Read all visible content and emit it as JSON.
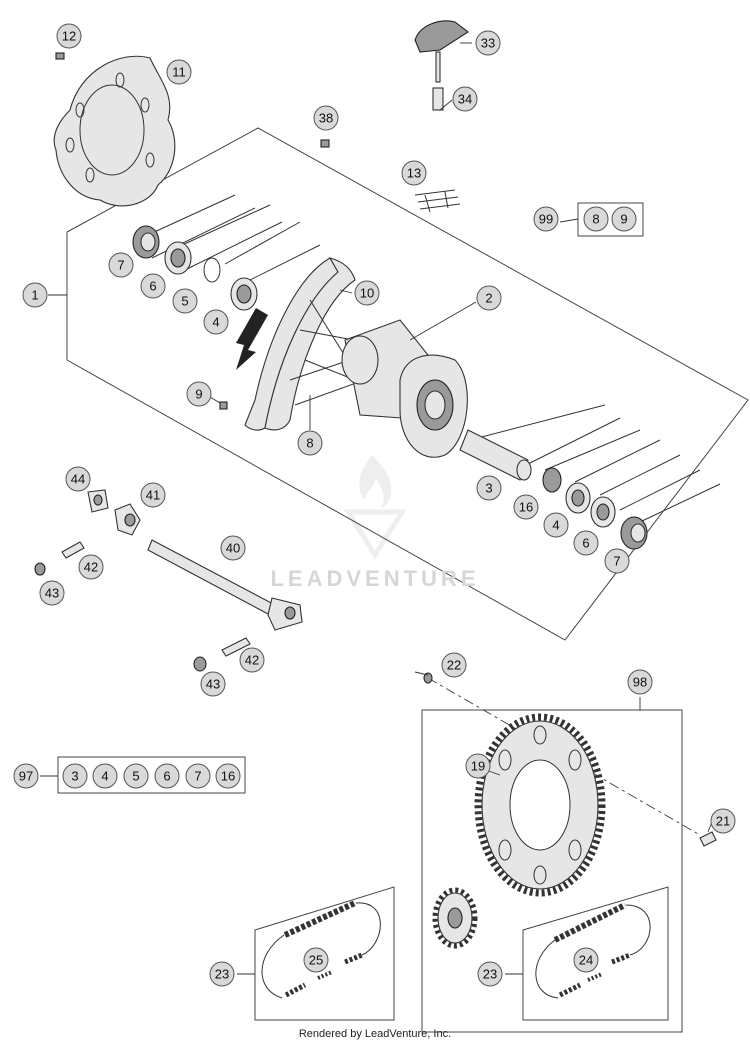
{
  "footer": "Rendered by LeadVenture, Inc.",
  "watermark": "LEADVENTURE",
  "callouts": {
    "c1": "1",
    "c2": "2",
    "c3": "3",
    "c4a": "4",
    "c4b": "4",
    "c5": "5",
    "c6a": "6",
    "c6b": "6",
    "c7a": "7",
    "c7b": "7",
    "c8": "8",
    "c9": "9",
    "c10": "10",
    "c11": "11",
    "c12": "12",
    "c13": "13",
    "c16": "16",
    "c19": "19",
    "c21": "21",
    "c22": "22",
    "c23a": "23",
    "c23b": "23",
    "c24": "24",
    "c25": "25",
    "c33": "33",
    "c34": "34",
    "c38": "38",
    "c40": "40",
    "c41": "41",
    "c42a": "42",
    "c42b": "42",
    "c43a": "43",
    "c43b": "43",
    "c44": "44",
    "c98": "98"
  },
  "kit99": {
    "label": "99",
    "items": [
      "8",
      "9"
    ]
  },
  "kit97": {
    "label": "97",
    "items": [
      "3",
      "4",
      "5",
      "6",
      "7",
      "16"
    ]
  },
  "colors": {
    "callout_fill": "#d9d9d9",
    "line": "#333333",
    "background": "#ffffff"
  }
}
